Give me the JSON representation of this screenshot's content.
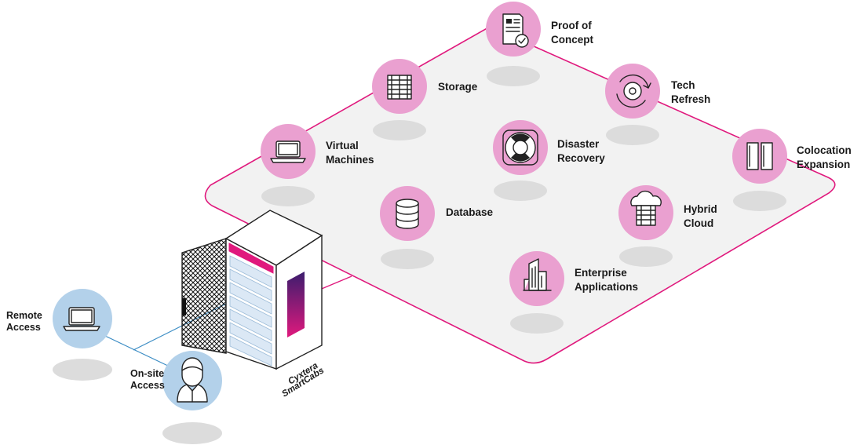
{
  "colors": {
    "accent": "#e0197d",
    "node_fill": "#eaa0d0",
    "access_fill": "#b3d1ea",
    "platform_fill": "#f2f2f2",
    "shadow": "#dcdcdc",
    "link_line": "#3a8cc4"
  },
  "services": [
    {
      "key": "proof",
      "icon": "document-check-icon",
      "line1": "Proof of",
      "line2": "Concept"
    },
    {
      "key": "storage",
      "icon": "storage-rack-icon",
      "line1": "Storage",
      "line2": ""
    },
    {
      "key": "tech",
      "icon": "gear-refresh-icon",
      "line1": "Tech",
      "line2": "Refresh"
    },
    {
      "key": "vm",
      "icon": "laptop-icon",
      "line1": "Virtual",
      "line2": "Machines"
    },
    {
      "key": "dr",
      "icon": "lifebuoy-icon",
      "line1": "Disaster",
      "line2": "Recovery"
    },
    {
      "key": "colo",
      "icon": "cabinet-icon",
      "line1": "Colocation",
      "line2": "Expansion"
    },
    {
      "key": "db",
      "icon": "database-icon",
      "line1": "Database",
      "line2": ""
    },
    {
      "key": "hybrid",
      "icon": "cloud-server-icon",
      "line1": "Hybrid",
      "line2": "Cloud"
    },
    {
      "key": "ent",
      "icon": "buildings-icon",
      "line1": "Enterprise",
      "line2": "Applications"
    }
  ],
  "access": [
    {
      "key": "remote",
      "icon": "laptop-icon",
      "line1": "Remote",
      "line2": "Access"
    },
    {
      "key": "onsite",
      "icon": "person-icon",
      "line1": "On-site",
      "line2": "Access"
    }
  ],
  "cabinet": {
    "line1": "Cyxtera",
    "line2": "SmartCabs"
  }
}
